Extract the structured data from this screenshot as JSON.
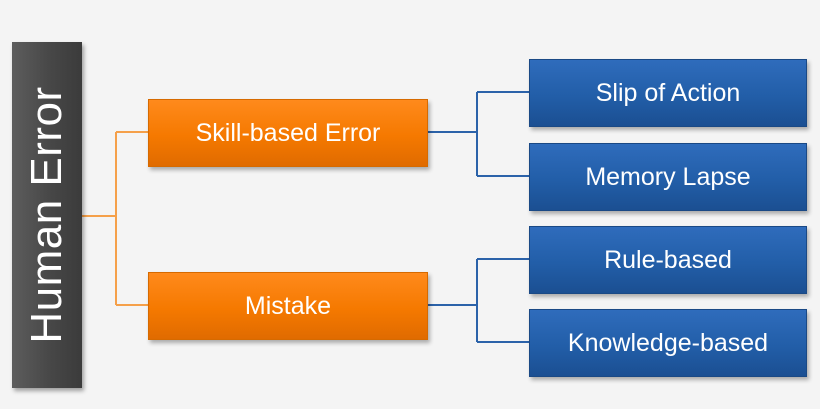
{
  "diagram": {
    "root": {
      "label": "Human Error"
    },
    "branches": [
      {
        "label": "Skill-based Error",
        "children": [
          {
            "label": "Slip of Action"
          },
          {
            "label": "Memory Lapse"
          }
        ]
      },
      {
        "label": "Mistake",
        "children": [
          {
            "label": "Rule-based"
          },
          {
            "label": "Knowledge-based"
          }
        ]
      }
    ]
  },
  "colors": {
    "background": "#f4f4f4",
    "root": "#474747",
    "branch": "#f57900",
    "branch_connector": "#f5a04a",
    "leaf": "#225ea8",
    "leaf_connector": "#2b62a9"
  }
}
